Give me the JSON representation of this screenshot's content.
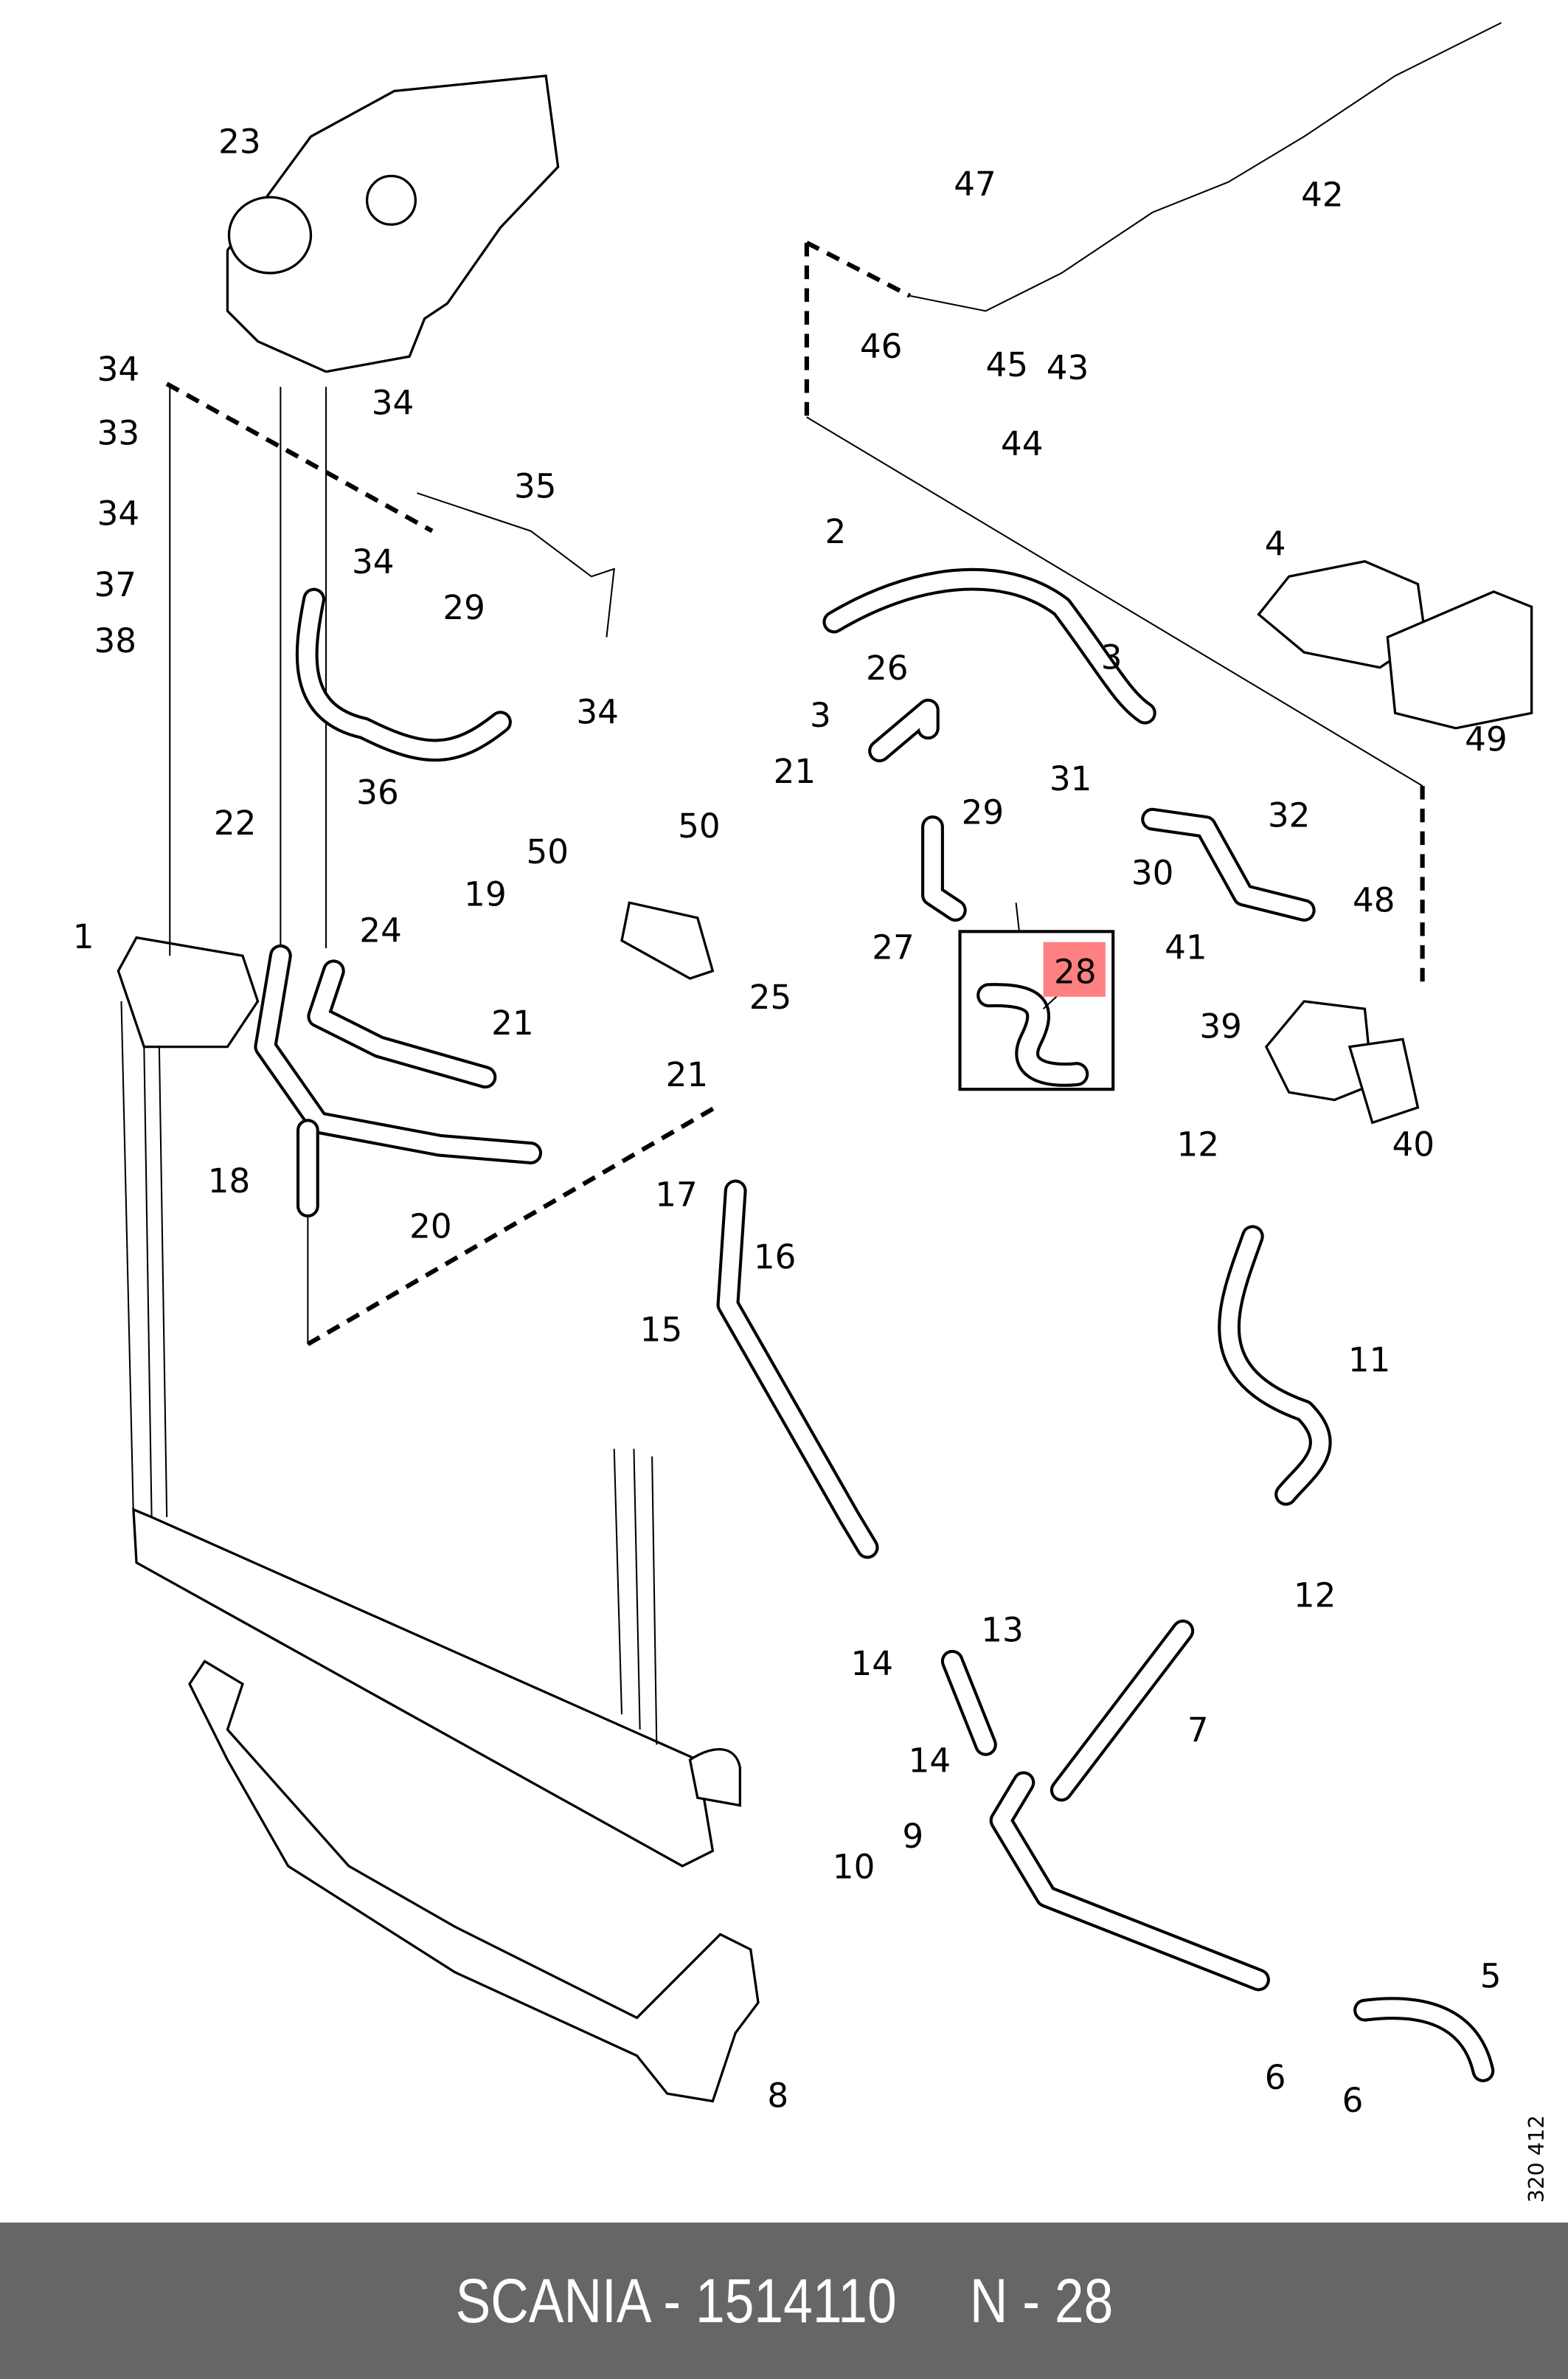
{
  "diagram": {
    "callouts": [
      "23",
      "34",
      "33",
      "34",
      "37",
      "38",
      "34",
      "35",
      "34",
      "29",
      "34",
      "36",
      "22",
      "1",
      "50",
      "19",
      "24",
      "50",
      "21",
      "21",
      "25",
      "18",
      "20",
      "17",
      "16",
      "15",
      "2",
      "3",
      "26",
      "21",
      "29",
      "27",
      "31",
      "30",
      "32",
      "48",
      "3",
      "4",
      "49",
      "47",
      "42",
      "46",
      "45",
      "43",
      "44",
      "41",
      "39",
      "40",
      "12",
      "11",
      "12",
      "13",
      "14",
      "7",
      "14",
      "9",
      "10",
      "8",
      "5",
      "6",
      "6"
    ],
    "highlighted_callout": "28",
    "highlight_color": "#ff8080",
    "highlight_text_color": "#8b0000",
    "drawing_number": "320 412"
  },
  "footer": {
    "text": "SCANIA - 1514110     N - 28",
    "background": "#666666"
  }
}
